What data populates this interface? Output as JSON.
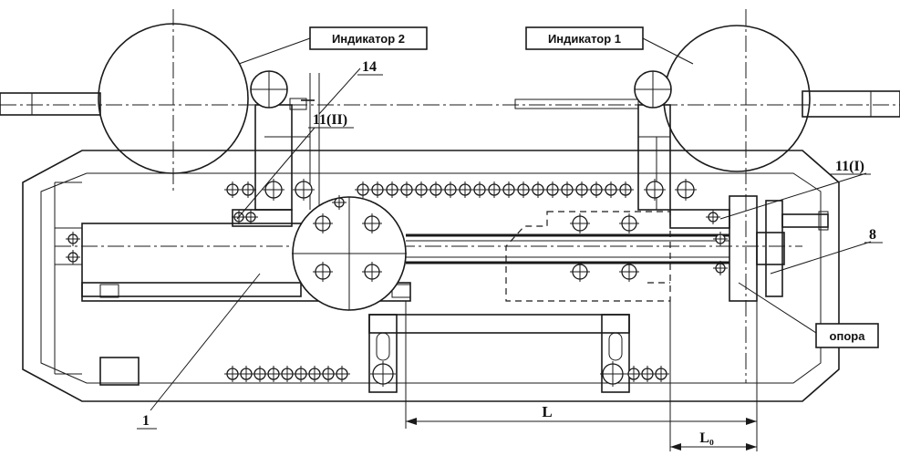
{
  "labels": {
    "indicator2": "Индикатор 2",
    "indicator1": "Индикатор 1",
    "support": "опора",
    "part14": "14",
    "part11_II": "11(II)",
    "part11_I": "11(I)",
    "part8": "8",
    "part1": "1",
    "dim_L": "L",
    "dim_L0": "L₀"
  }
}
